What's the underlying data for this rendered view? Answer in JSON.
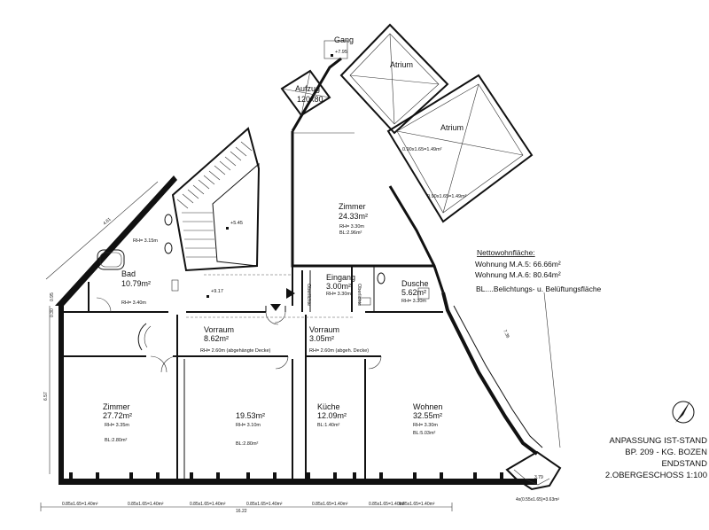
{
  "rooms": {
    "gang": {
      "name": "Gang",
      "level": "+7.95"
    },
    "aufzug": {
      "name": "Aufzug",
      "size": "120x80"
    },
    "atrium_1": {
      "name": "Atrium"
    },
    "atrium_2": {
      "name": "Atrium"
    },
    "stair_landing": {
      "level": "+5.45"
    },
    "floor_level": {
      "level": "+9.17"
    },
    "zimmer_north": {
      "name": "Zimmer",
      "area": "24.33m²",
      "rh": "RH= 3.30m",
      "bl": "BL:2.96m²"
    },
    "bad": {
      "name": "Bad",
      "area": "10.79m²",
      "rh": "RH= 3.40m",
      "rh_upper": "RH= 3.15m"
    },
    "eingang": {
      "name": "Eingang",
      "area": "3.00m²",
      "rh": "RH= 3.30m"
    },
    "dusche": {
      "name": "Dusche",
      "area": "5.62m²",
      "rh": "RH= 3.30m"
    },
    "vorraum_1": {
      "name": "Vorraum",
      "area": "8.62m²",
      "rh": "RH= 2.60m (abgehängte Decke)"
    },
    "vorraum_2": {
      "name": "Vorraum",
      "area": "3.05m²",
      "rh": "RH= 2.60m (abgeh. Decke)"
    },
    "zimmer_sw": {
      "name": "Zimmer",
      "area": "27.72m²",
      "rh": "RH= 3.35m",
      "bl": "BL:2.80m²"
    },
    "room_1953": {
      "area": "19.53m²",
      "rh": "RH= 3.10m",
      "bl": "BL:2.80m²"
    },
    "kueche": {
      "name": "Küche",
      "area": "12.09m²",
      "bl": "BL:1.40m²"
    },
    "wohnen": {
      "name": "Wohnen",
      "area": "32.55m²",
      "rh": "RH= 3.30m",
      "bl": "BL:5.03m²"
    }
  },
  "labels": {
    "oberlichte_1": "Oberlichte",
    "oberlichte_2": "Oberlichte"
  },
  "atrium_windows": {
    "w1": "0.90x1.65=1.49m²",
    "w2": "0.90x1.65=1.49m²"
  },
  "dimensions": {
    "d_north": "4.61",
    "d_left_1": "0.95",
    "d_left_2": "0.30",
    "d_left_main": "6.57",
    "d_right": "7.36",
    "d_bottom": "16.22",
    "d_corner": "3.79",
    "bay": "4x(0.55x1.65)=3.63m²",
    "windows": [
      "0.85x1.65=1.40m²",
      "0.85x1.65=1.40m²",
      "0.85x1.65=1.40m²",
      "0.85x1.65=1.40m²",
      "0.85x1.65=1.40m²",
      "0.85x1.65=1.40m²",
      "0.85x1.65=1.40m²"
    ]
  },
  "legend": {
    "heading": "Nettowohnfläche:",
    "line1": "Wohnung M.A.5: 66.66m²",
    "line2": "Wohnung M.A.6: 80.64m²",
    "line3": "BL....Belichtungs- u. Belüftungsfläche"
  },
  "title_block": {
    "line1": "ANPASSUNG IST-STAND",
    "line2": "BP. 209 - KG. BOZEN",
    "line3": "ENDSTAND",
    "line4": "2.OBERGESCHOSS 1:100"
  }
}
